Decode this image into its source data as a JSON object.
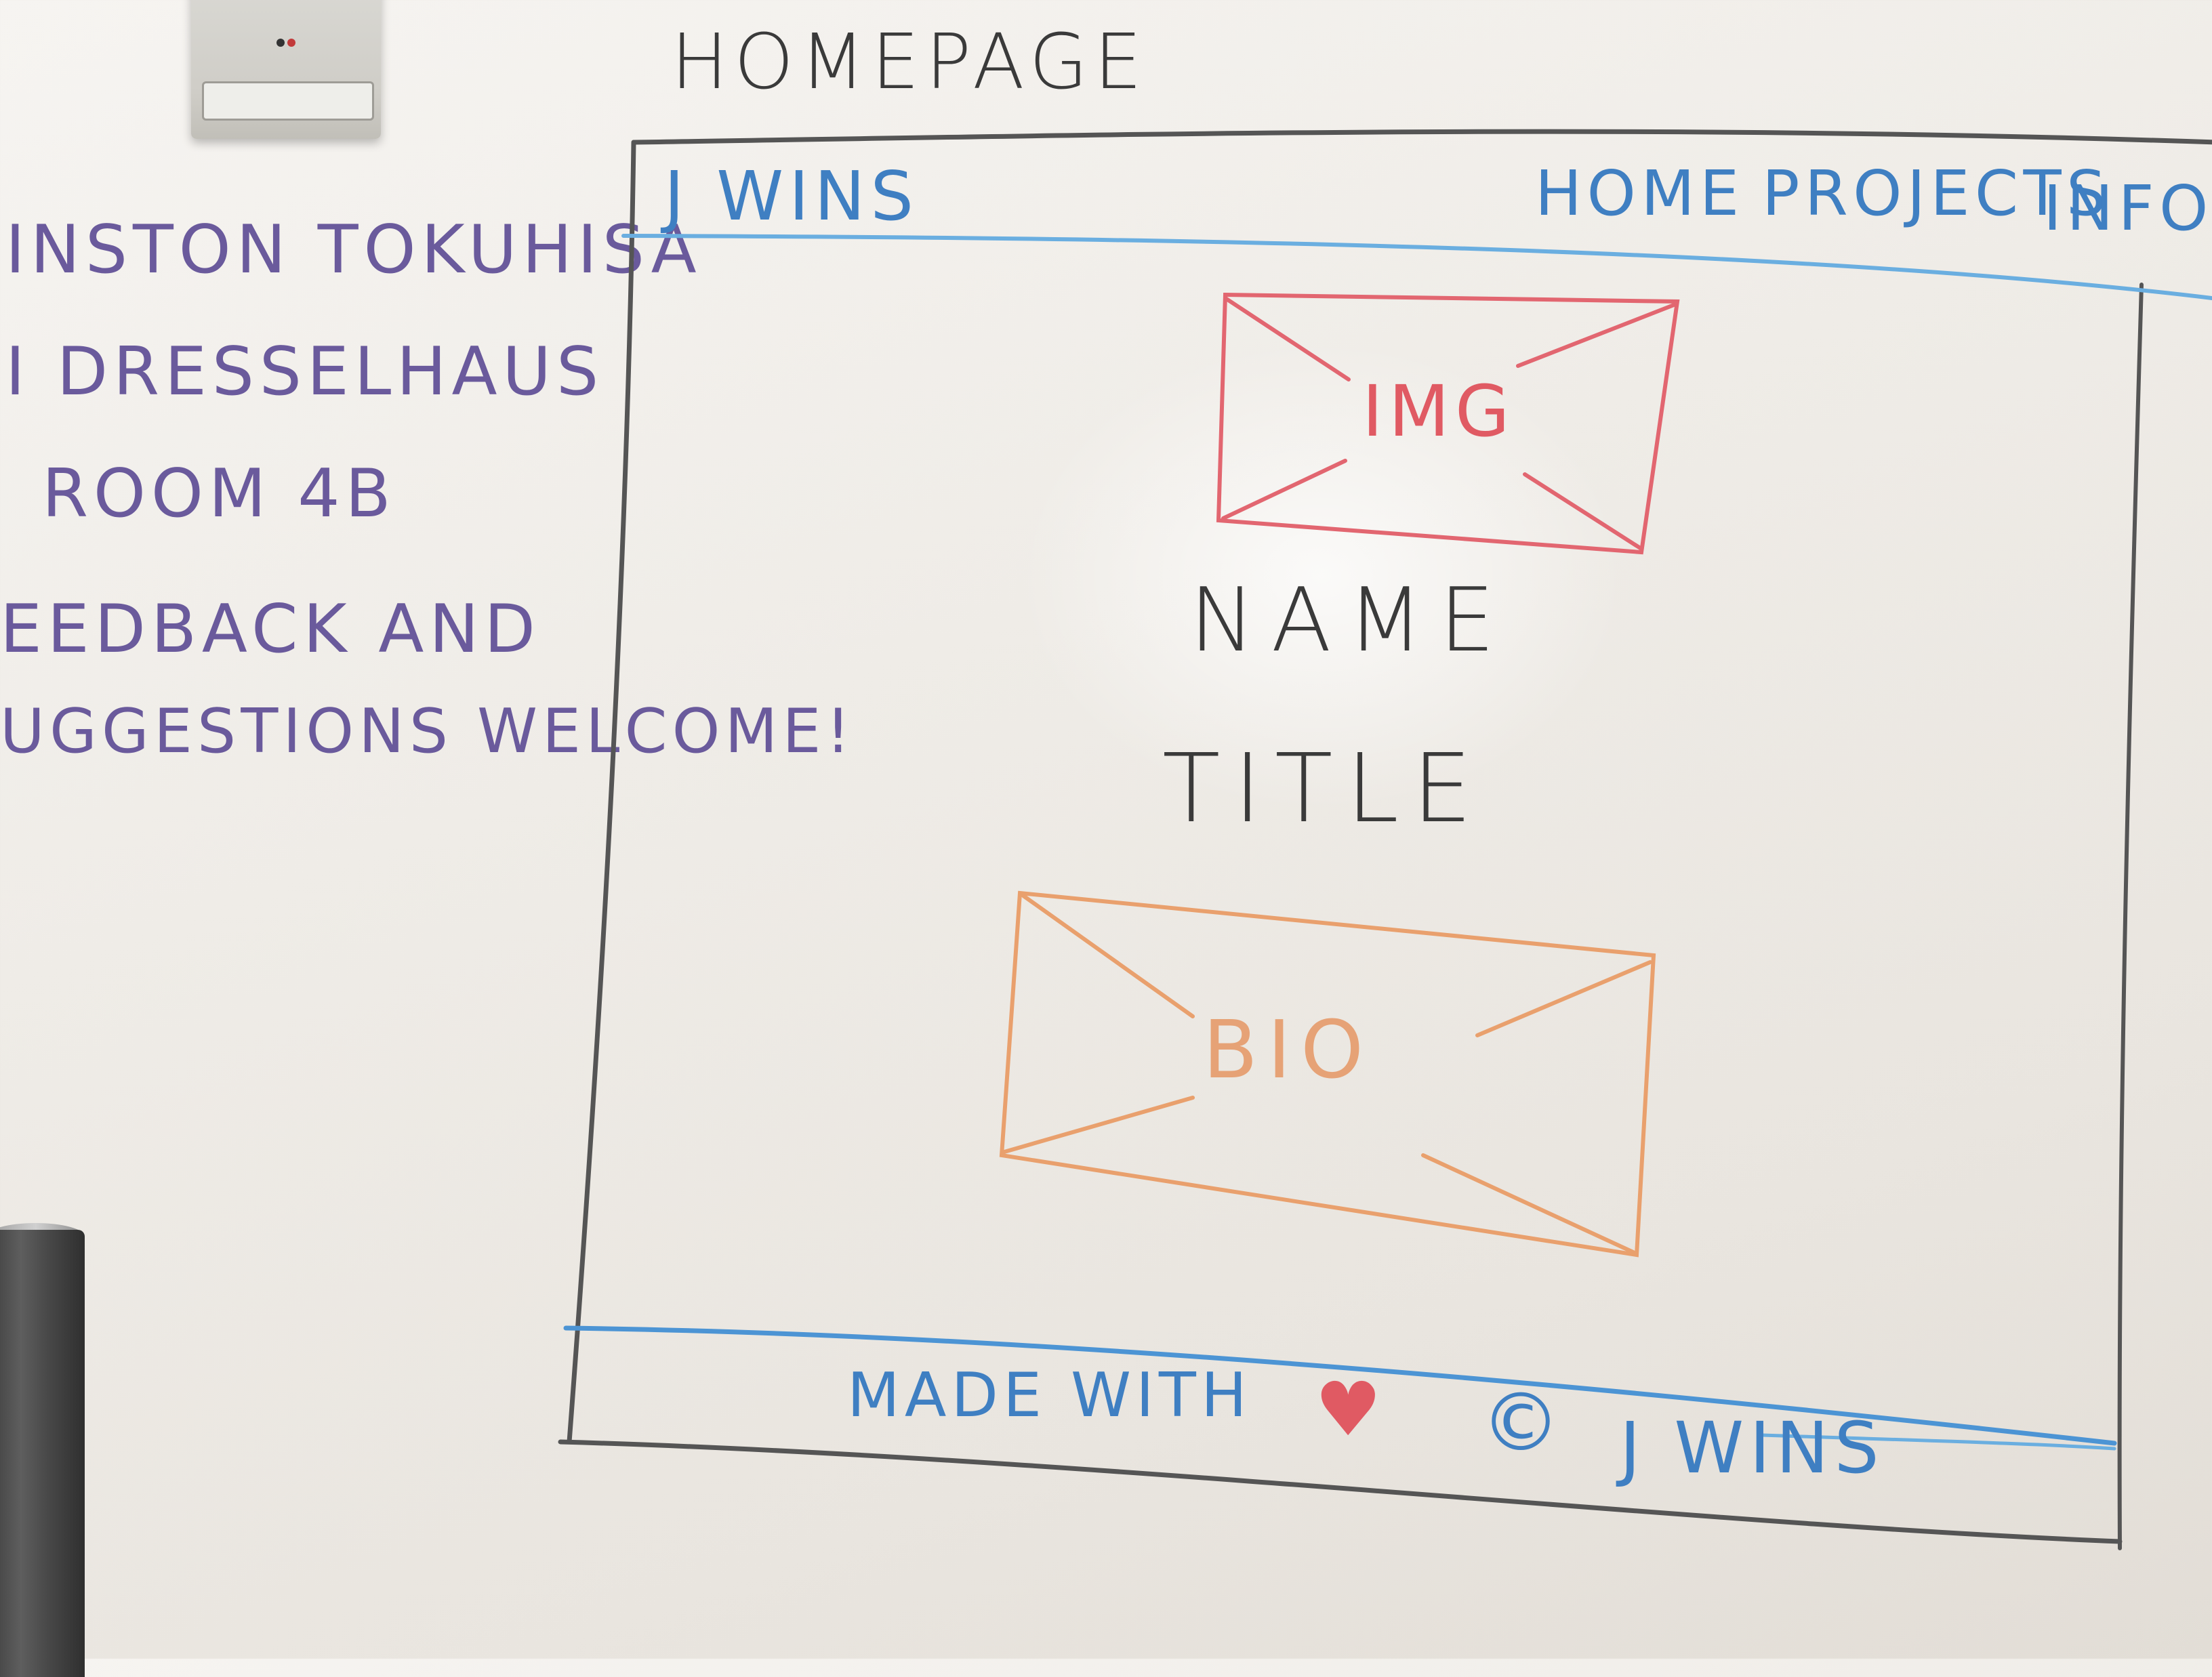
{
  "board": {
    "heading": "HOMEPAGE",
    "notes": [
      "INSTON TOKUHISA",
      "I DRESSELHAUS",
      "ROOM 4B",
      "EEDBACK AND",
      "UGGESTIONS WELCOME!"
    ]
  },
  "sketch": {
    "logo": "J WINS",
    "nav": [
      "HOME",
      "PROJECTS",
      "INFO"
    ],
    "image_label": "IMG",
    "name_label": "NAME",
    "title_label": "TITLE",
    "bio_label": "BIO",
    "footer": {
      "made_with": "MADE WITH",
      "heart": "♥",
      "copyright": "©",
      "owner": "J WINS"
    }
  },
  "colors": {
    "marker_black": "#3a3a3a",
    "marker_purple": "#6a5a9c",
    "marker_blue": "#3f7fc2",
    "marker_red": "#e05a63",
    "marker_orange": "#e6a276"
  }
}
